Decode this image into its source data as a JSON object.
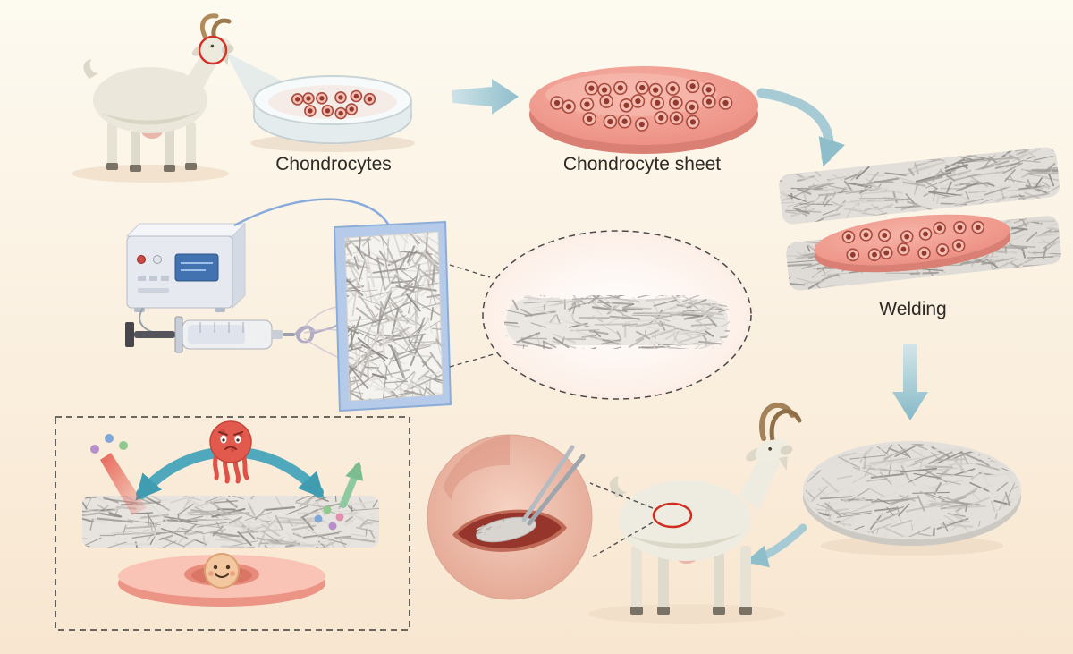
{
  "figure": {
    "labels": {
      "chondrocytes": "Chondrocytes",
      "chondrocyte_sheet": "Chondrocyte sheet",
      "welding": "Welding"
    },
    "palette": {
      "background_top": "#fdfaf0",
      "background_bottom": "#f8e6d0",
      "arrow_teal": "#9fc7d2",
      "dome_arrow_teal": "#4fa8bc",
      "growth_arrow_green": "#8ec9a0",
      "sheet_pink": "#ef9488",
      "cell_ring": "#a84a3e",
      "fiber_gray": "#b7b3af",
      "plate_blue": "#b5cbe9",
      "marker_red": "#d33227",
      "skin_pink": "#eec0af",
      "microbe_red": "#e25a4e",
      "dash_border": "#3c3c3c"
    },
    "illustrations": [
      "donor-goat",
      "petri-dish",
      "chondrocyte-sheet",
      "electrospinning-power-supply",
      "syringe",
      "fiber-collector-plate",
      "fiber-mat-zoom",
      "welding-stack",
      "fiber-disc",
      "recipient-goat",
      "implantation-inset",
      "antifouling-mechanism-box",
      "cartilage-regeneration-disc"
    ]
  }
}
